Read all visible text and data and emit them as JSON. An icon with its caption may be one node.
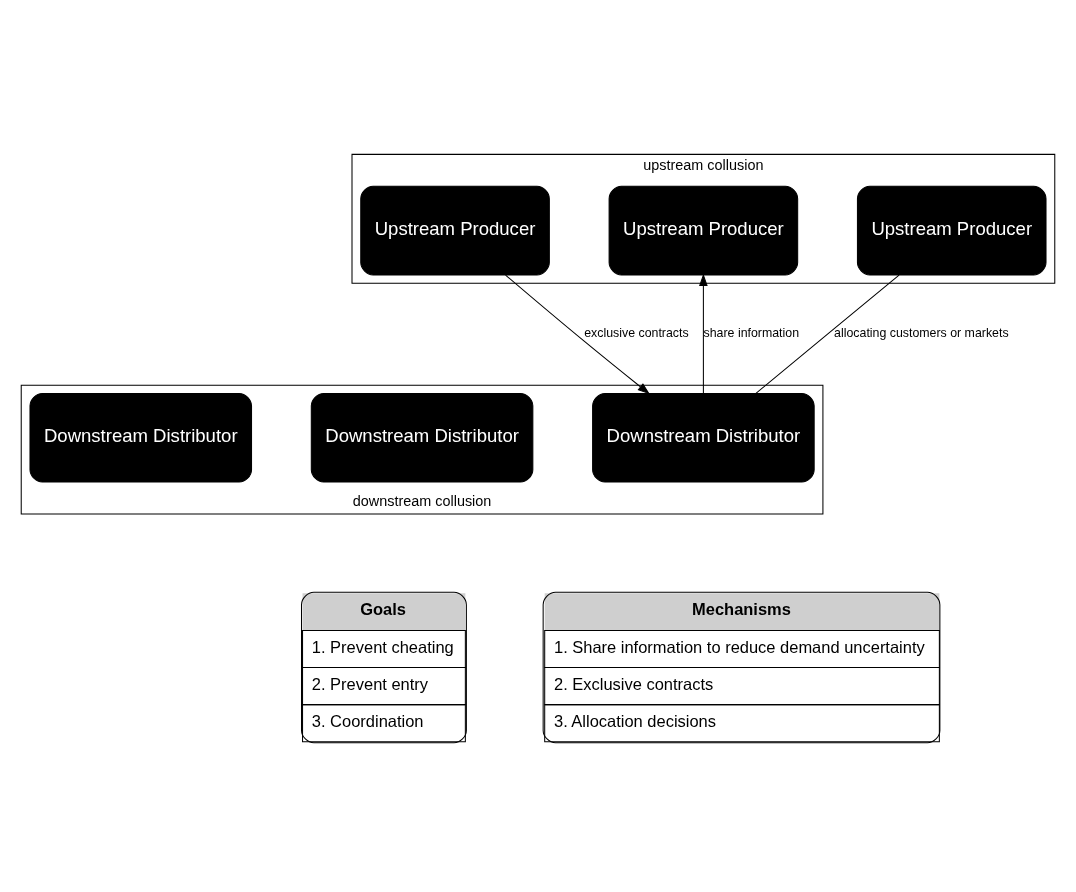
{
  "diagram": {
    "nodes": [
      {
        "text": [
          "upstream collusion"
        ]
      },
      {
        "text": [
          "Upstream Producer"
        ],
        "in": 0
      },
      {
        "text": [
          "Upstream Producer"
        ],
        "in": 0
      },
      {
        "text": [
          "Upstream Producer"
        ],
        "in": 0
      },
      {
        "text": [
          "downstream collusion"
        ]
      },
      {
        "text": [
          "Downstream Distributor"
        ],
        "in": 4
      },
      {
        "text": [
          "Downstream Distributor"
        ],
        "in": 4
      },
      {
        "text": [
          "Downstream Distributor"
        ],
        "in": 4
      },
      {
        "text": [
          "Goals",
          "1. Prevent cheating",
          "2. Prevent entry",
          "3. Coordination"
        ]
      },
      {
        "text": [
          "Mechanisms",
          "1. Share information to reduce demand uncertainty",
          "2. Exclusive contracts",
          "3. Allocation decisions"
        ]
      }
    ],
    "edges": [
      {
        "from": 6,
        "to": 1,
        "arrow": "to",
        "label": "share information"
      },
      {
        "from": 6,
        "to": 2,
        "arrow": "none",
        "label": "allocating customers or markets"
      },
      {
        "from": 3,
        "to": 6,
        "arrow": "to",
        "label": "exclusive contracts"
      }
    ]
  }
}
